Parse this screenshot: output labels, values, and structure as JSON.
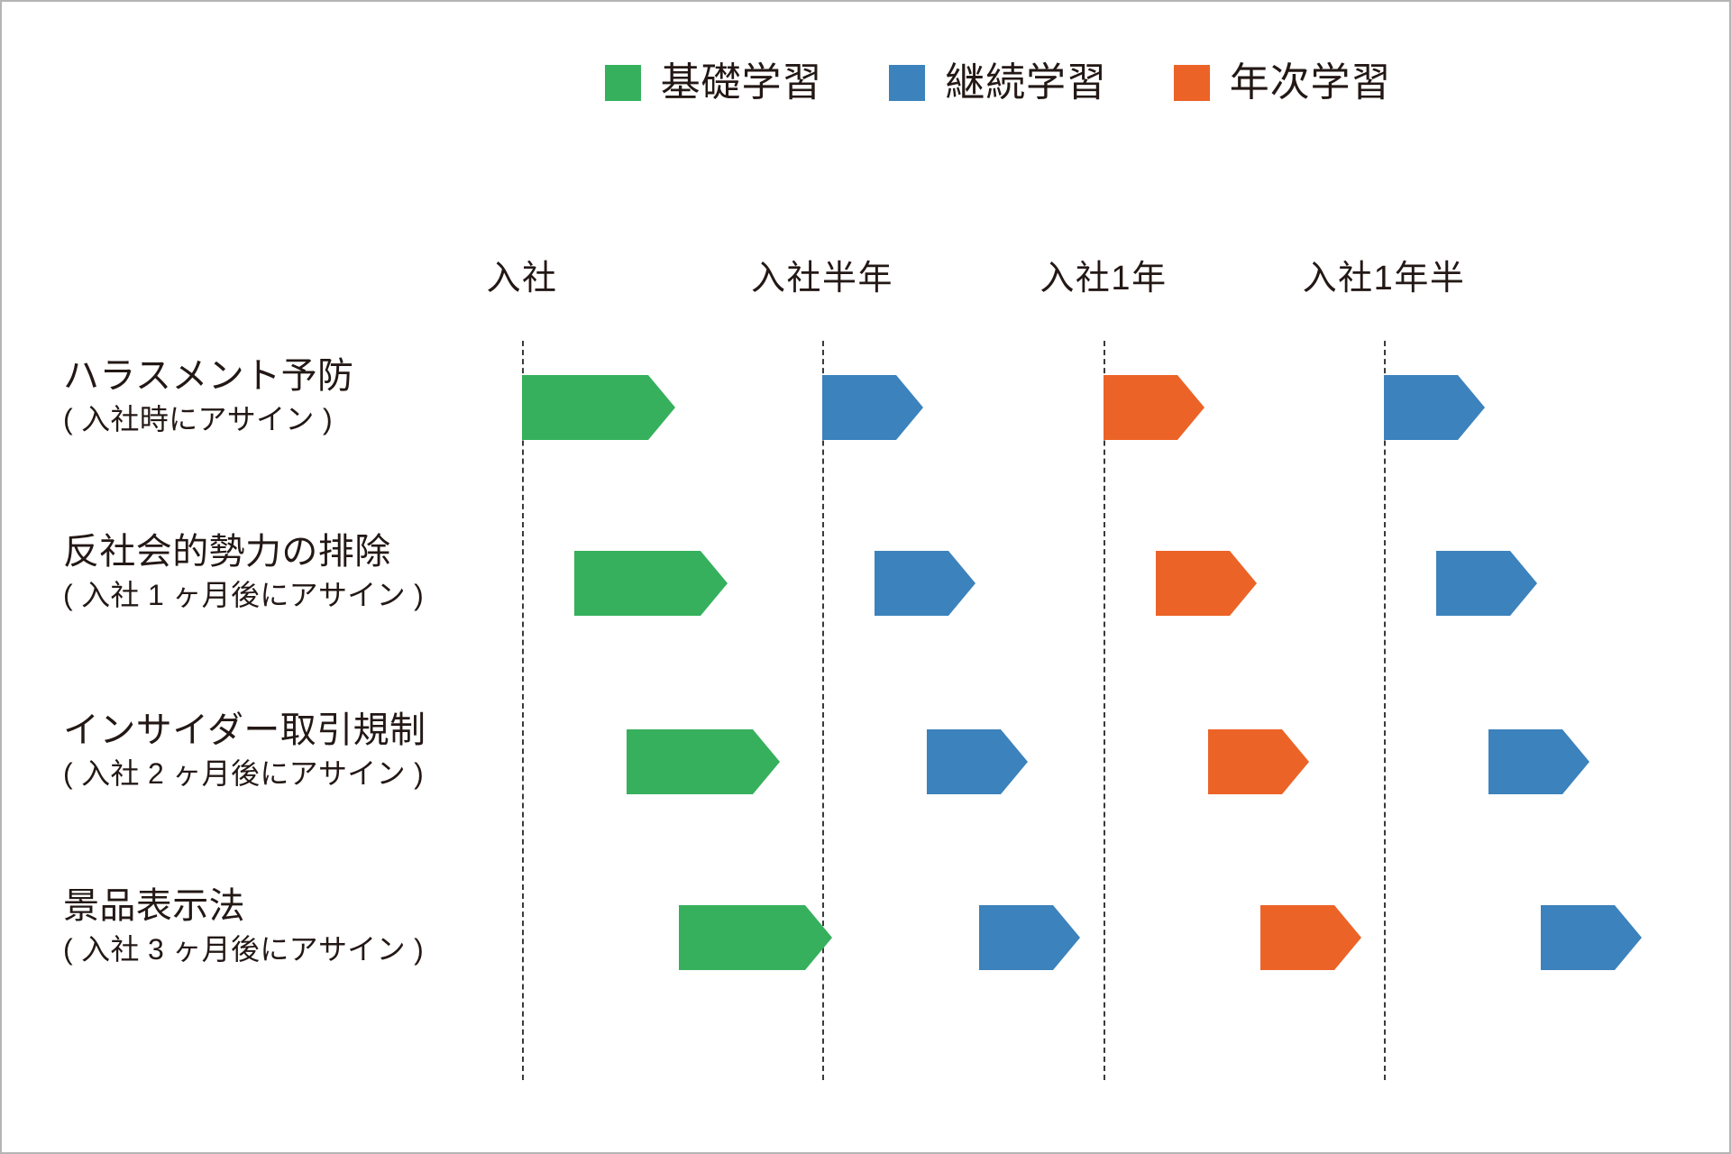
{
  "legend": {
    "items": [
      {
        "label": "基礎学習",
        "color": "#36b05c",
        "icon": "legend-swatch-green"
      },
      {
        "label": "継続学習",
        "color": "#3c82bc",
        "icon": "legend-swatch-blue"
      },
      {
        "label": "年次学習",
        "color": "#ec6327",
        "icon": "legend-swatch-orange"
      }
    ]
  },
  "chart_data": {
    "type": "bar",
    "title": "",
    "xlabel": "",
    "ylabel": "",
    "legend_position": "top-center",
    "grid": "vertical-dashed",
    "categories": [
      "入社",
      "入社半年",
      "入社1年",
      "入社1年半"
    ],
    "category_x": [
      577,
      910,
      1222,
      1533
    ],
    "series": [
      {
        "name": "基礎学習",
        "color": "#36b05c"
      },
      {
        "name": "継続学習",
        "color": "#3c82bc"
      },
      {
        "name": "年次学習",
        "color": "#ec6327"
      }
    ],
    "rows": [
      {
        "title": "ハラスメント予防",
        "subtitle": "( 入社時にアサイン )",
        "offset": 0,
        "bars": [
          {
            "milestone": "入社",
            "series": "基礎学習",
            "color": "#36b05c",
            "width": 170
          },
          {
            "milestone": "入社半年",
            "series": "継続学習",
            "color": "#3c82bc",
            "width": 112
          },
          {
            "milestone": "入社1年",
            "series": "年次学習",
            "color": "#ec6327",
            "width": 112
          },
          {
            "milestone": "入社1年半",
            "series": "継続学習",
            "color": "#3c82bc",
            "width": 112
          }
        ]
      },
      {
        "title": "反社会的勢力の排除",
        "subtitle": "( 入社 1 ヶ月後にアサイン )",
        "offset": 58,
        "bars": [
          {
            "milestone": "入社",
            "series": "基礎学習",
            "color": "#36b05c",
            "width": 170
          },
          {
            "milestone": "入社半年",
            "series": "継続学習",
            "color": "#3c82bc",
            "width": 112
          },
          {
            "milestone": "入社1年",
            "series": "年次学習",
            "color": "#ec6327",
            "width": 112
          },
          {
            "milestone": "入社1年半",
            "series": "継続学習",
            "color": "#3c82bc",
            "width": 112
          }
        ]
      },
      {
        "title": "インサイダー取引規制",
        "subtitle": "( 入社 2 ヶ月後にアサイン )",
        "offset": 116,
        "bars": [
          {
            "milestone": "入社",
            "series": "基礎学習",
            "color": "#36b05c",
            "width": 170
          },
          {
            "milestone": "入社半年",
            "series": "継続学習",
            "color": "#3c82bc",
            "width": 112
          },
          {
            "milestone": "入社1年",
            "series": "年次学習",
            "color": "#ec6327",
            "width": 112
          },
          {
            "milestone": "入社1年半",
            "series": "継続学習",
            "color": "#3c82bc",
            "width": 112
          }
        ]
      },
      {
        "title": "景品表示法",
        "subtitle": "( 入社 3 ヶ月後にアサイン )",
        "offset": 174,
        "bars": [
          {
            "milestone": "入社",
            "series": "基礎学習",
            "color": "#36b05c",
            "width": 170
          },
          {
            "milestone": "入社半年",
            "series": "継続学習",
            "color": "#3c82bc",
            "width": 112
          },
          {
            "milestone": "入社1年",
            "series": "年次学習",
            "color": "#ec6327",
            "width": 112
          },
          {
            "milestone": "入社1年半",
            "series": "継続学習",
            "color": "#3c82bc",
            "width": 112
          }
        ]
      }
    ],
    "row_y": [
      412,
      607,
      805,
      1000
    ]
  }
}
